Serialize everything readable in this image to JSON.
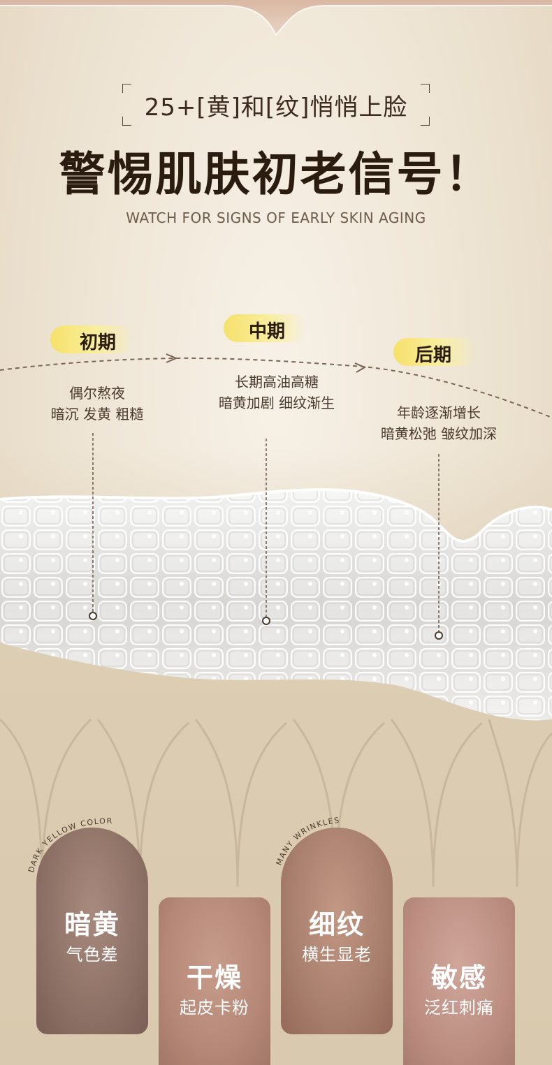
{
  "header": {
    "subtitle": "25+[黄]和[纹]悄悄上脸",
    "title": "警惕肌肤初老信号！",
    "english_title": "WATCH FOR SIGNS OF EARLY SKIN AGING"
  },
  "timeline": {
    "stages": [
      {
        "label": "初期",
        "line1": "偶尔熬夜",
        "line2": "暗沉 发黄 粗糙"
      },
      {
        "label": "中期",
        "line1": "长期高油高糖",
        "line2": "暗黄加剧 细纹渐生"
      },
      {
        "label": "后期",
        "line1": "年龄逐渐增长",
        "line2": "暗黄松弛 皱纹加深"
      }
    ]
  },
  "cards": [
    {
      "title": "暗黄",
      "subtitle": "气色差",
      "arc_text": "DARK YELLOW COLOR"
    },
    {
      "title": "干燥",
      "subtitle": "起皮卡粉"
    },
    {
      "title": "细纹",
      "subtitle": "横生显老",
      "arc_text": "MANY WRINKLES"
    },
    {
      "title": "敏感",
      "subtitle": "泛红刺痛"
    }
  ],
  "colors": {
    "accent_yellow": "#f6e16a",
    "text_dark": "#2b1c10",
    "line_brown": "#6b5646"
  }
}
